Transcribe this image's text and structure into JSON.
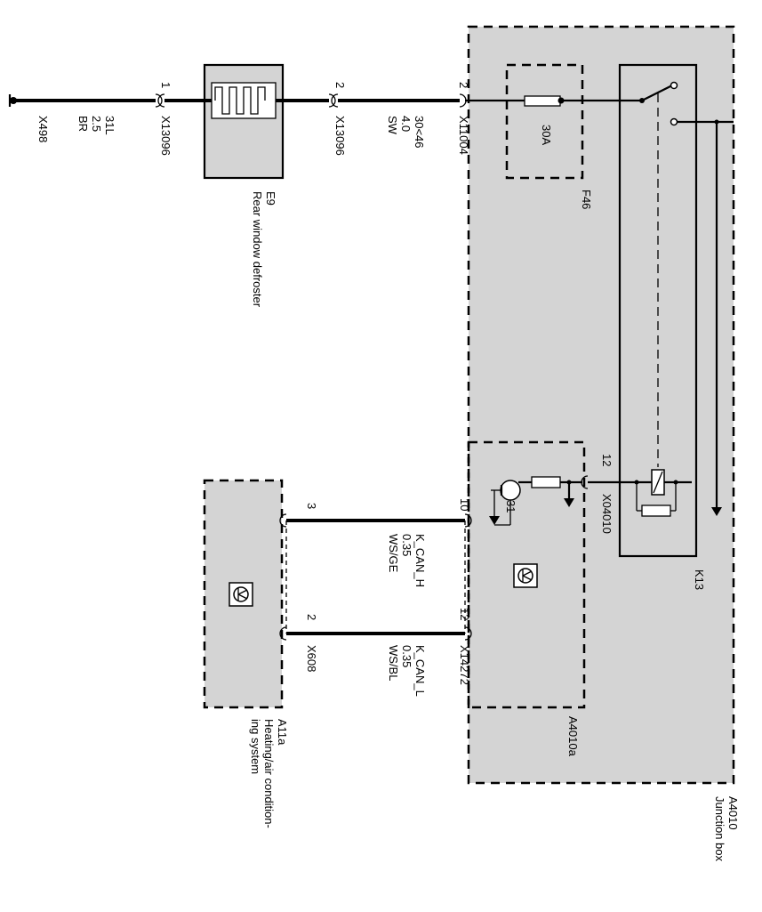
{
  "junction_box": {
    "code": "A4010",
    "name": "Junction box"
  },
  "fuse_box": {
    "code": "F46",
    "rating": "30A"
  },
  "relay": {
    "code": "K13"
  },
  "control_module": {
    "code": "A4010a"
  },
  "defroster": {
    "code": "E9",
    "name": "Rear window defroster"
  },
  "hvac": {
    "code": "A11a",
    "name_line1": "Heating/air condition-",
    "name_line2": "ing system"
  },
  "connectors": {
    "x498": "X498",
    "x13096_pin1": {
      "pin": "1",
      "name": "X13096"
    },
    "x13096_pin2": {
      "pin": "2",
      "name": "X13096"
    },
    "x11004": {
      "pin": "2",
      "name": "X11004"
    },
    "x04010": {
      "pin": "12",
      "name": "X04010"
    },
    "x14272_h": {
      "pin": "10"
    },
    "x14272_l": {
      "pin": "12",
      "name": "X14272"
    },
    "x608_h": {
      "pin": "3"
    },
    "x608_l": {
      "pin": "2",
      "name": "X608"
    }
  },
  "wires": {
    "ground": {
      "line1": "31L",
      "line2": "2.5",
      "line3": "BR"
    },
    "supply": {
      "line1": "30<46",
      "line2": "4.0",
      "line3": "SW"
    },
    "can_h": {
      "line1": "K_CAN_H",
      "line2": "0.35",
      "line3": "WS/GE"
    },
    "can_l": {
      "line1": "K_CAN_L",
      "line2": "0.35",
      "line3": "WS/BL"
    }
  },
  "transistor_ground": "31"
}
